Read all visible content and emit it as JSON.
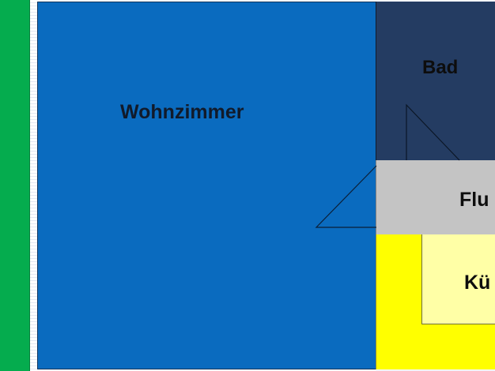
{
  "rooms": {
    "living": "Wohnzimmer",
    "bath": "Bad",
    "hall": "Flu",
    "kitchen": "Kü"
  },
  "colors": {
    "balcony": "#05ac4e",
    "living": "#0a6bbf",
    "bath": "#243c62",
    "hall": "#c4c4c4",
    "kitchen": "#ffff00",
    "kitchen_inner": "#ffffa6"
  }
}
